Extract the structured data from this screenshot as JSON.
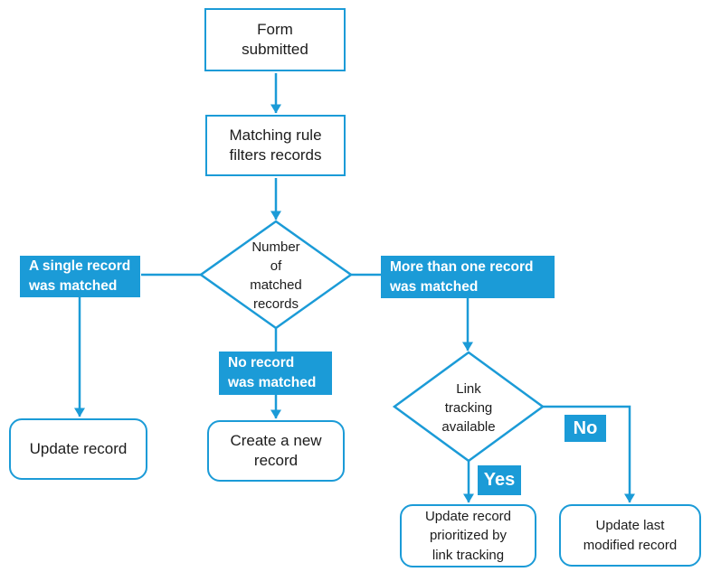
{
  "colors": {
    "accent": "#1b9bd7",
    "text": "#1c1c1c",
    "shape_fill": "#ffffff"
  },
  "flowchart": {
    "title": "Form submission record matching flowchart",
    "nodes": {
      "form_submitted": {
        "label": "Form\nsubmitted",
        "shape": "rectangle"
      },
      "matching_rule": {
        "label": "Matching rule\nfilters records",
        "shape": "rectangle"
      },
      "number_matched": {
        "label": "Number\nof\nmatched\nrecords",
        "shape": "diamond"
      },
      "single_record": {
        "label": "A single record\nwas matched",
        "shape": "filled-label"
      },
      "more_than_one": {
        "label": "More than one record\nwas matched",
        "shape": "filled-label"
      },
      "no_record": {
        "label": "No record\nwas matched",
        "shape": "filled-label"
      },
      "update_record": {
        "label": "Update record",
        "shape": "rounded-rectangle"
      },
      "create_new_record": {
        "label": "Create a new\nrecord",
        "shape": "rounded-rectangle"
      },
      "link_tracking": {
        "label": "Link\ntracking\navailable",
        "shape": "diamond"
      },
      "yes": {
        "label": "Yes",
        "shape": "filled-label"
      },
      "no": {
        "label": "No",
        "shape": "filled-label"
      },
      "update_prioritized": {
        "label": "Update record\nprioritized by\nlink tracking",
        "shape": "rounded-rectangle"
      },
      "update_last_modified": {
        "label": "Update last\nmodified record",
        "shape": "rounded-rectangle"
      }
    }
  }
}
